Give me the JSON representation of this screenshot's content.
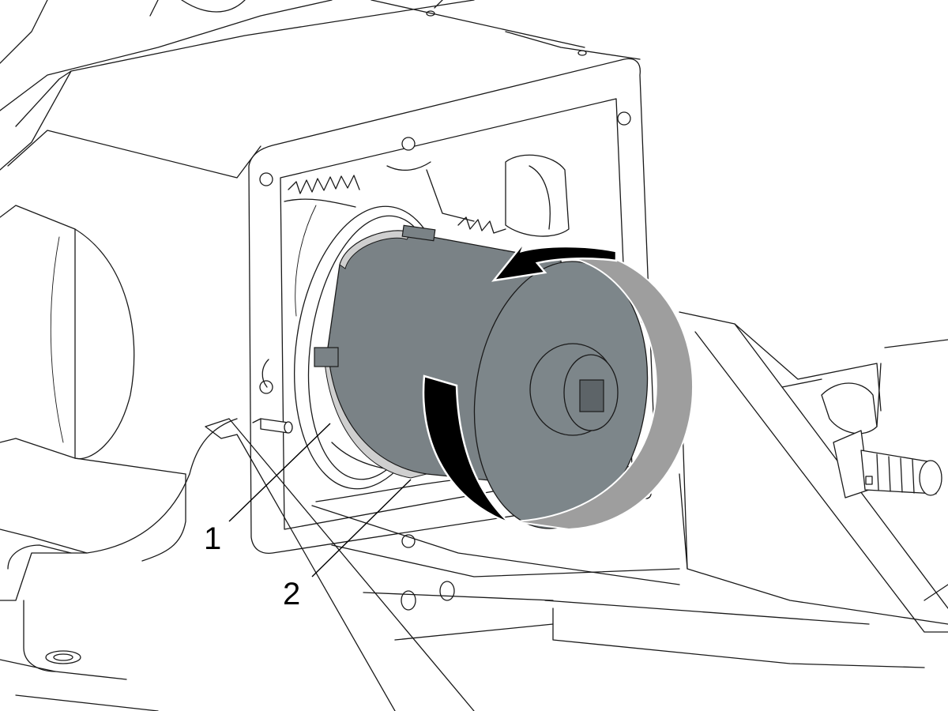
{
  "figure": {
    "callouts": [
      {
        "id": "1",
        "label": "1"
      },
      {
        "id": "2",
        "label": "2"
      }
    ],
    "colors": {
      "tool": "#7a8286",
      "arrow_dark": "#000000",
      "arrow_light": "#9e9e9e",
      "linework": "#1a1a1a",
      "background": "#ffffff"
    }
  }
}
